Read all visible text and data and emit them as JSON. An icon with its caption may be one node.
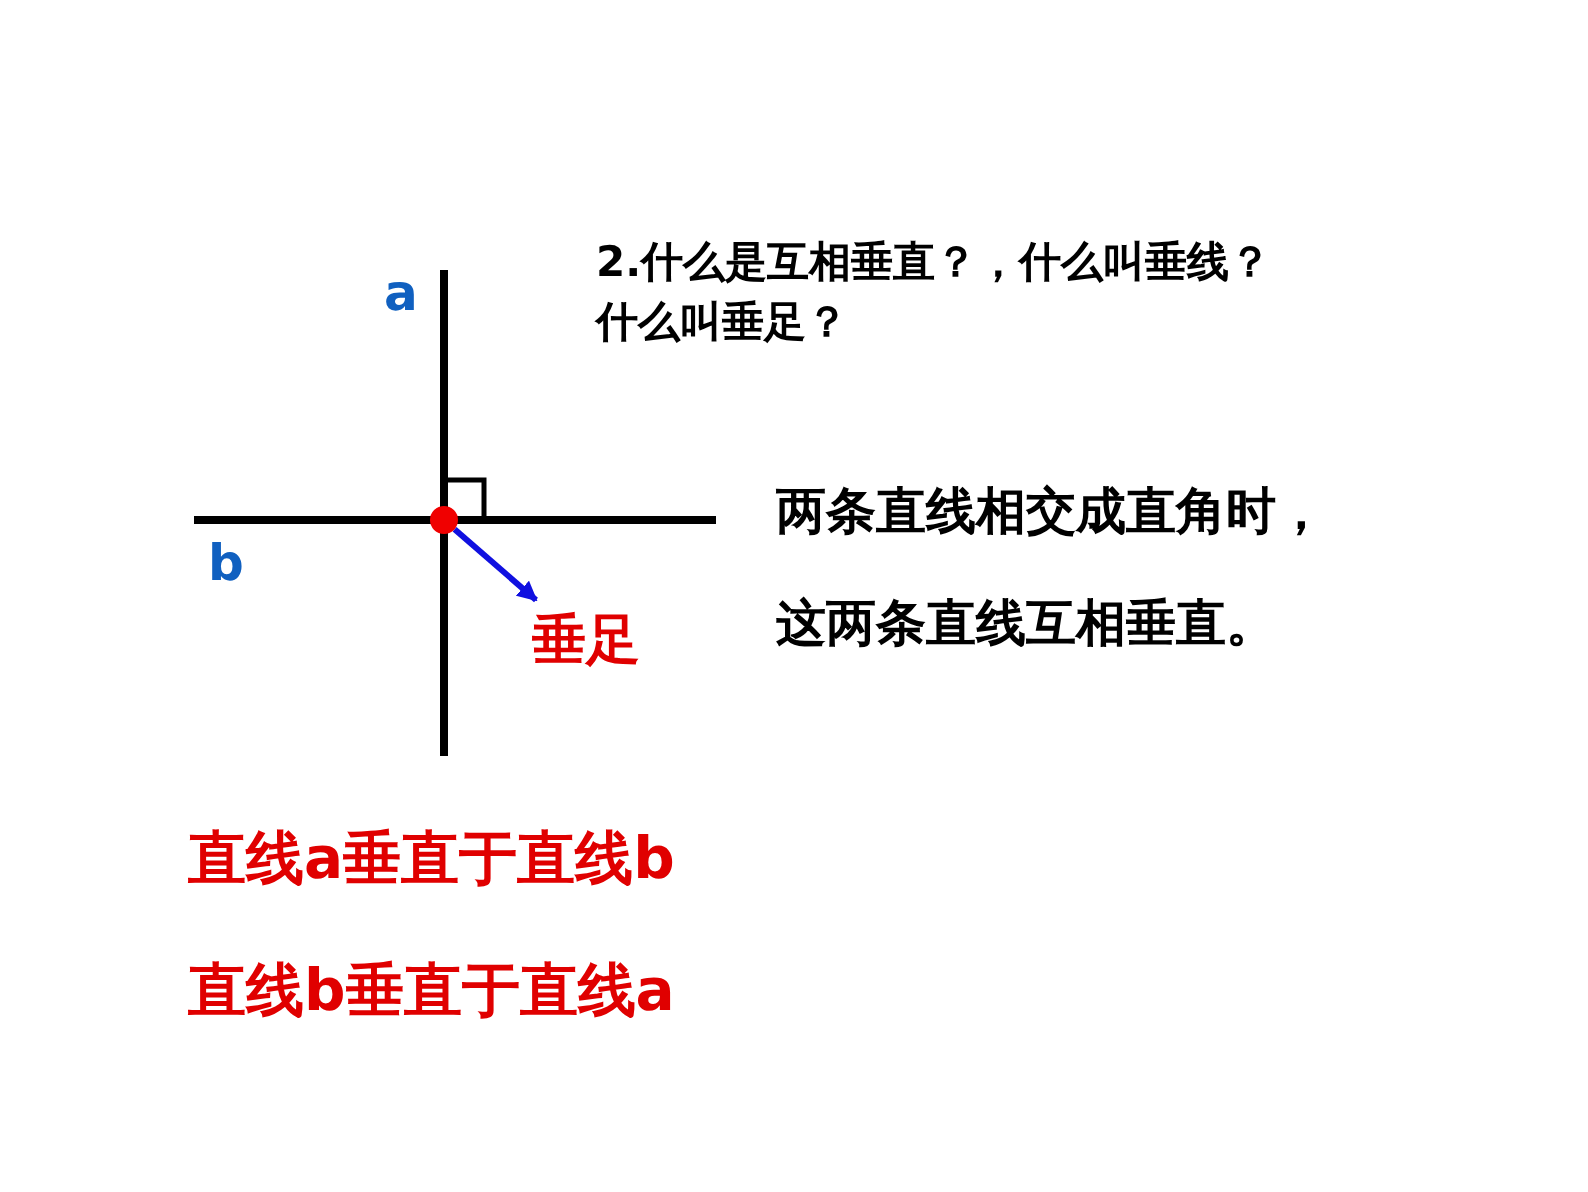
{
  "diagram": {
    "title": "2.什么是互相垂直？，什么叫垂线？什么叫垂足？",
    "nodes": [
      {
        "text": [],
        "shape": "circle"
      },
      {
        "text": [
          "垂足"
        ]
      }
    ],
    "edges": [
      {
        "from": 0,
        "to": 1,
        "arrow": "to"
      }
    ],
    "labels": [
      "a",
      "b",
      "两条直线相交成直角时，这两条直线互相垂直。",
      "直线a垂直于直线b",
      "直线b垂直于直线a"
    ]
  }
}
